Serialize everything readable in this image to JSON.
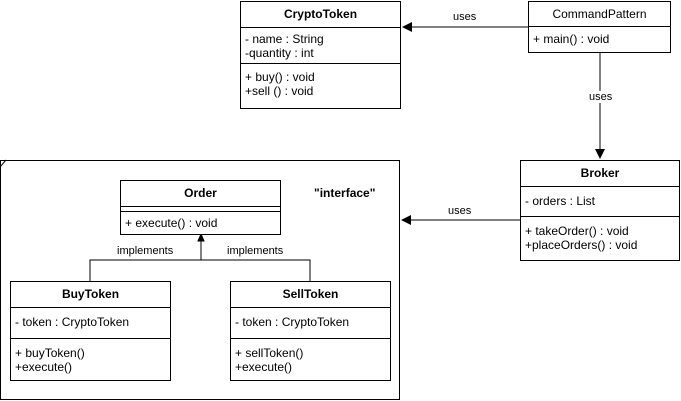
{
  "classes": {
    "crypto_token": {
      "name": "CryptoToken",
      "attributes": [
        "- name : String",
        "-quantity : int"
      ],
      "methods": [
        "+ buy() : void",
        "+sell () : void"
      ]
    },
    "command_pattern": {
      "name": "CommandPattern",
      "methods": [
        "+ main() : void"
      ]
    },
    "broker": {
      "name": "Broker",
      "attributes": [
        "- orders : List"
      ],
      "methods": [
        "+ takeOrder() : void",
        "+placeOrders() : void"
      ]
    },
    "order": {
      "name": "Order",
      "methods": [
        "+ execute() : void"
      ]
    },
    "buy_token": {
      "name": "BuyToken",
      "attributes": [
        "- token : CryptoToken"
      ],
      "methods": [
        "+ buyToken()",
        "+execute()"
      ]
    },
    "sell_token": {
      "name": "SellToken",
      "attributes": [
        "- token : CryptoToken"
      ],
      "methods": [
        "+ sellToken()",
        "+execute()"
      ]
    }
  },
  "interface_frame": {
    "stereotype": "\"interface\""
  },
  "relations": {
    "command_to_crypto": "uses",
    "command_to_broker": "uses",
    "broker_to_interface": "uses",
    "buy_implements": "implements",
    "sell_implements": "implements"
  },
  "colors": {
    "stroke": "#000000",
    "background": "#ffffff"
  }
}
